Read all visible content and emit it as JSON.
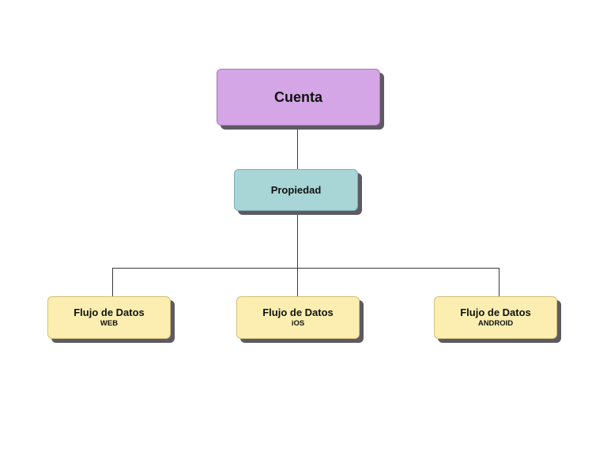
{
  "diagram": {
    "root": {
      "label": "Cuenta"
    },
    "child": {
      "label": "Propiedad"
    },
    "streams": [
      {
        "title": "Flujo de Datos",
        "subtitle": "WEB"
      },
      {
        "title": "Flujo de Datos",
        "subtitle": "iOS"
      },
      {
        "title": "Flujo de Datos",
        "subtitle": "ANDROID"
      }
    ],
    "colors": {
      "root_fill": "#d5a6e6",
      "child_fill": "#a8d5d6",
      "stream_fill": "#fbeeb0",
      "shadow": "#5e5a63",
      "connector": "#3a3a3a"
    }
  }
}
